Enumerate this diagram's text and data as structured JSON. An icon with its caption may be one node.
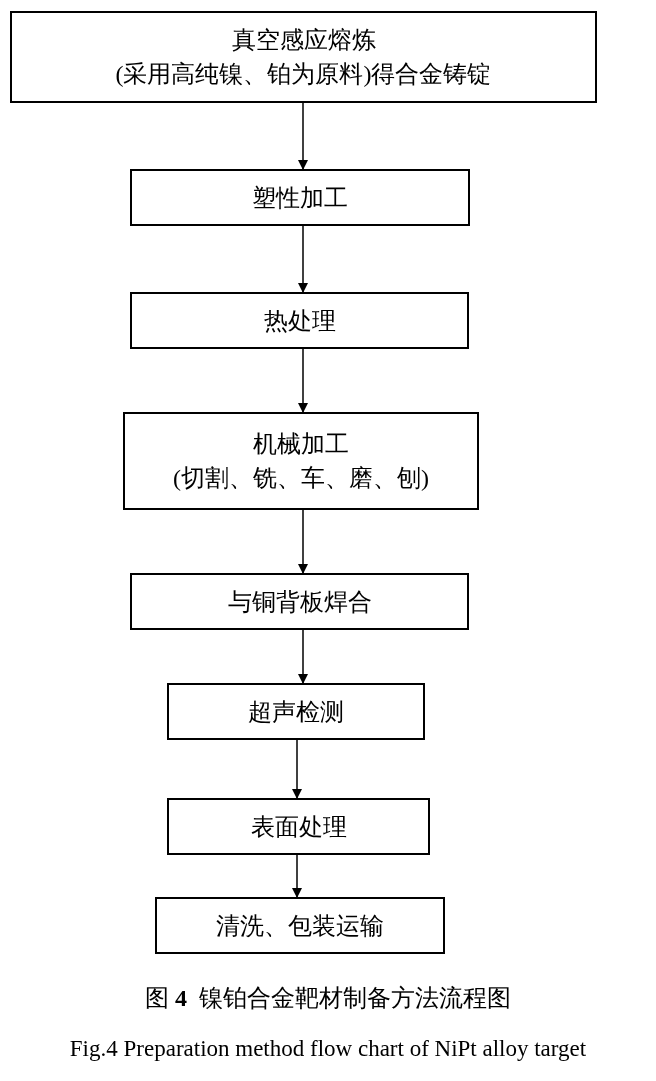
{
  "diagram": {
    "caption": "图 **4**  镍铂合金靶材制备方法流程图",
    "nodes": [
      {
        "text": [
          "真空感应熔炼",
          "(采用高纯镍、铂为原料)得合金铸锭"
        ]
      },
      {
        "text": [
          "塑性加工"
        ]
      },
      {
        "text": [
          "热处理"
        ]
      },
      {
        "text": [
          "机械加工",
          "(切割、铣、车、磨、刨)"
        ]
      },
      {
        "text": [
          "与铜背板焊合"
        ]
      },
      {
        "text": [
          "超声检测"
        ]
      },
      {
        "text": [
          "表面处理"
        ]
      },
      {
        "text": [
          "清洗、包装运输"
        ]
      }
    ],
    "edges": [
      {
        "from": 0,
        "to": 1,
        "arrow": "to"
      },
      {
        "from": 1,
        "to": 2,
        "arrow": "to"
      },
      {
        "from": 2,
        "to": 3,
        "arrow": "to"
      },
      {
        "from": 3,
        "to": 4,
        "arrow": "to"
      },
      {
        "from": 4,
        "to": 5,
        "arrow": "to"
      },
      {
        "from": 5,
        "to": 6,
        "arrow": "to"
      },
      {
        "from": 6,
        "to": 7,
        "arrow": "to"
      }
    ],
    "labels": [
      "Fig.4 Preparation method flow chart of NiPt alloy target"
    ]
  }
}
